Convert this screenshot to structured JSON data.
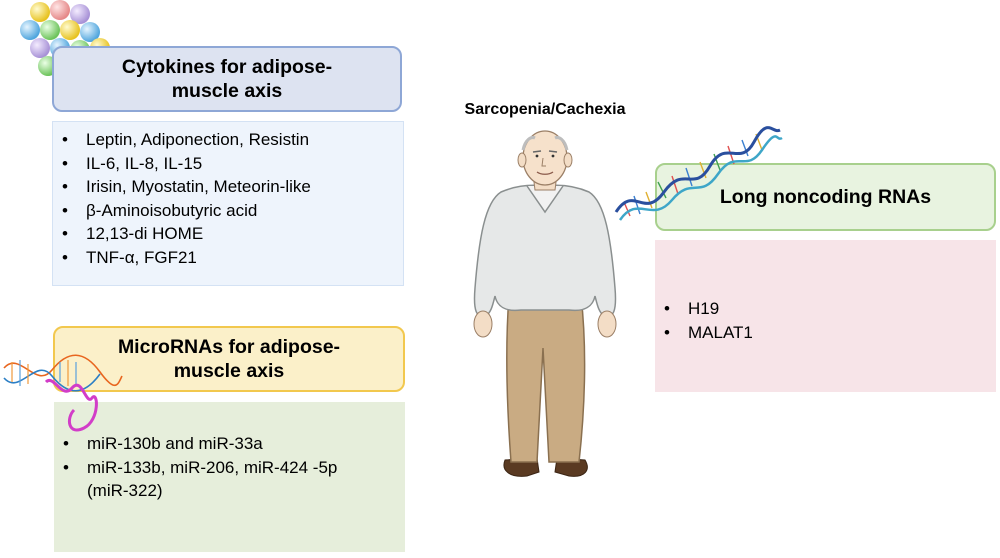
{
  "cytokines": {
    "title": "Cytokines for adipose-muscle axis",
    "items": [
      "Leptin, Adiponection, Resistin",
      "IL-6, IL-8, IL-15",
      "Irisin, Myostatin, Meteorin-like",
      "β-Aminoisobutyric acid",
      "12,13-di HOME",
      "TNF-α, FGF21"
    ],
    "colors": {
      "title_fill": "#dde3f1",
      "title_border": "#8ea7d6",
      "list_fill": "#eef4fc"
    }
  },
  "micrornas": {
    "title": "MicroRNAs for adipose-muscle axis",
    "items": [
      "miR-130b and miR-33a",
      "miR-133b, miR-206, miR-424 -5p (miR-322)"
    ],
    "colors": {
      "title_fill": "#fbf0c9",
      "title_border": "#f2c84e",
      "list_fill": "#e6eedb"
    }
  },
  "lncrnas": {
    "title": "Long noncoding RNAs",
    "items": [
      "H19",
      "MALAT1"
    ],
    "colors": {
      "title_fill": "#e8f3e0",
      "title_border": "#a8d08d",
      "list_fill": "#f7e4e8"
    }
  },
  "center": {
    "label": "Sarcopenia/Cachexia",
    "figure_icon": "elderly-man-icon"
  },
  "decorations": {
    "cluster_icon": "protein-spheres-icon",
    "mirna_icon": "rna-helix-icon",
    "lncrna_icon": "dna-helix-icon"
  }
}
